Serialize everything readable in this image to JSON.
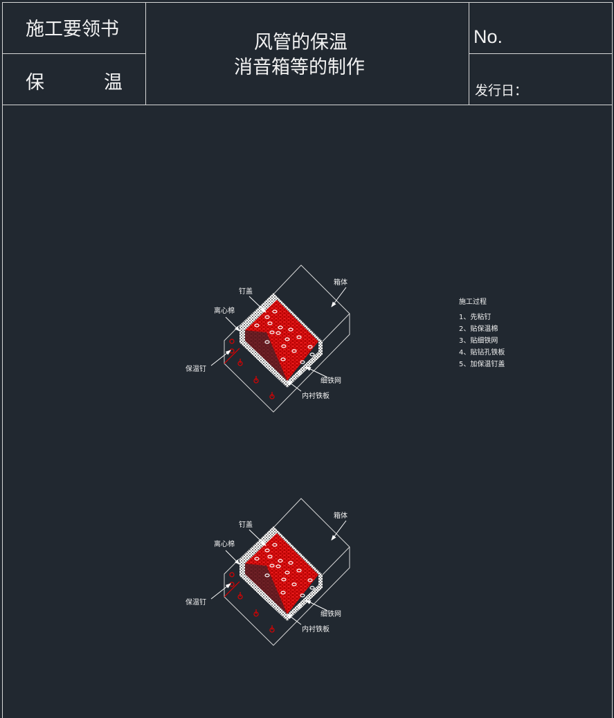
{
  "title_block": {
    "doc_type": "施工要领书",
    "category_left": "保",
    "category_right": "温",
    "title_line1": "风管的保温",
    "title_line2": "消音箱等的制作",
    "number_label": "No.",
    "issue_date_label": "发行日："
  },
  "diagrams": [
    {
      "labels": {
        "box": "箱体",
        "nail_cap": "钉盖",
        "centrifugal_wool": "离心棉",
        "insulation_nail": "保温钉",
        "fine_wire_mesh": "细铁网",
        "inner_liner_plate": "内衬铁板"
      }
    },
    {
      "labels": {
        "box": "箱体",
        "nail_cap": "钉盖",
        "centrifugal_wool": "离心棉",
        "insulation_nail": "保温钉",
        "fine_wire_mesh": "细铁网",
        "inner_liner_plate": "内衬铁板"
      }
    }
  ],
  "process": {
    "title": "施工过程",
    "steps": [
      "1、先粘钉",
      "2、贴保温棉",
      "3、贴细铁网",
      "4、贴钻孔铁板",
      "5、加保温钉盖"
    ]
  },
  "colors": {
    "background": "#212830",
    "line": "#d8d8d8",
    "red": "#e00000"
  }
}
